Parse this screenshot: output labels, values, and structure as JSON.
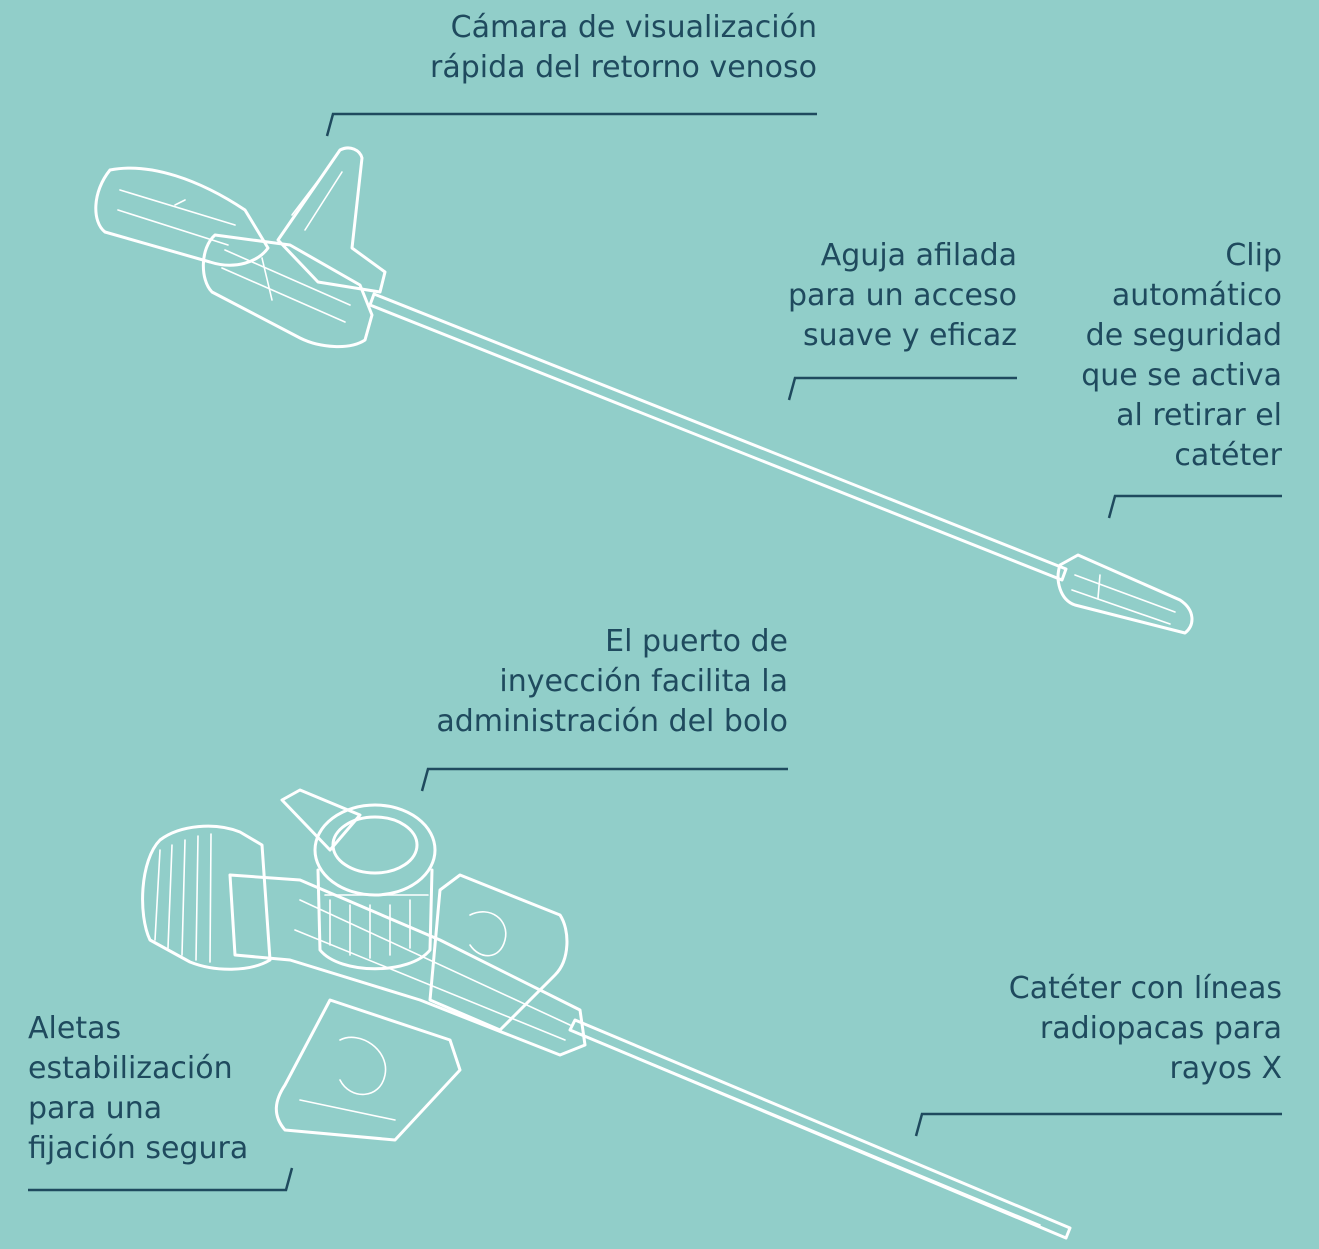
{
  "labels": {
    "camara": [
      "Cámara de visualización",
      "rápida del retorno venoso"
    ],
    "aguja": [
      "Aguja afilada",
      "para un acceso",
      "suave y eficaz"
    ],
    "clip": [
      "Clip",
      "automático",
      "de seguridad",
      "que se activa",
      "al retirar el",
      "catéter"
    ],
    "puerto": [
      "El puerto de",
      "inyección facilita la",
      "administración del bolo"
    ],
    "cateter": [
      "Catéter con líneas",
      "radiopacas para",
      "rayos X"
    ],
    "aletas": [
      "Aletas",
      "estabilización",
      "para una",
      "fijación segura"
    ]
  },
  "colors": {
    "background": "#91cec9",
    "text": "#1f4a5e",
    "illustration": "#ffffff"
  }
}
